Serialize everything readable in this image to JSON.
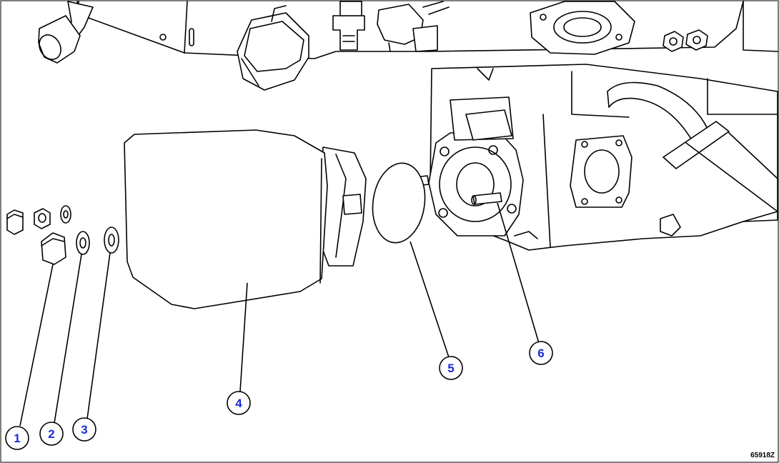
{
  "callouts": [
    {
      "id": "1",
      "label": "1"
    },
    {
      "id": "2",
      "label": "2"
    },
    {
      "id": "3",
      "label": "3"
    },
    {
      "id": "4",
      "label": "4"
    },
    {
      "id": "5",
      "label": "5"
    },
    {
      "id": "6",
      "label": "6"
    }
  ],
  "figure_id": "65918Z",
  "colors": {
    "callout_text": "#1a2bd6",
    "line": "#000000",
    "background": "#ffffff"
  }
}
